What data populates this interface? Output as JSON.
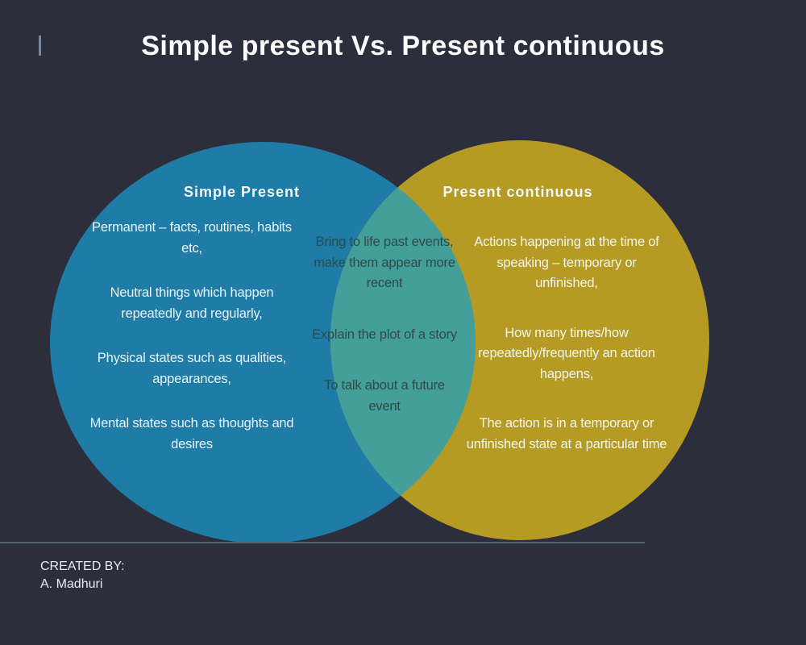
{
  "title": "Simple present Vs. Present continuous",
  "colors": {
    "background": "#2c2e3c",
    "left_circle": "#1e7ca6",
    "right_circle": "#b59a24",
    "intersection": "#449e99",
    "divider_line": "#51646c",
    "caret_mark": "#80879a",
    "light_text": "#edf6f9",
    "dark_text": "#2c4b49"
  },
  "venn": {
    "left": {
      "label": "Simple Present",
      "items": [
        "Permanent – facts, routines, habits etc,",
        "Neutral things which happen repeatedly and regularly,",
        "Physical states such as qualities, appearances,",
        "Mental states such as thoughts and desires"
      ]
    },
    "intersection": {
      "items": [
        "Bring to life past events, make them appear more recent",
        "Explain the plot of a story",
        "To talk about a future event"
      ]
    },
    "right": {
      "label": "Present continuous",
      "items": [
        "Actions happening at the time of speaking – temporary or unfinished,",
        "How many times/how repeatedly/frequently an action happens,",
        "The action is in a temporary or unfinished state at a particular time"
      ]
    }
  },
  "footer": {
    "created_by_label": "CREATED BY:",
    "author": "A. Madhuri"
  }
}
